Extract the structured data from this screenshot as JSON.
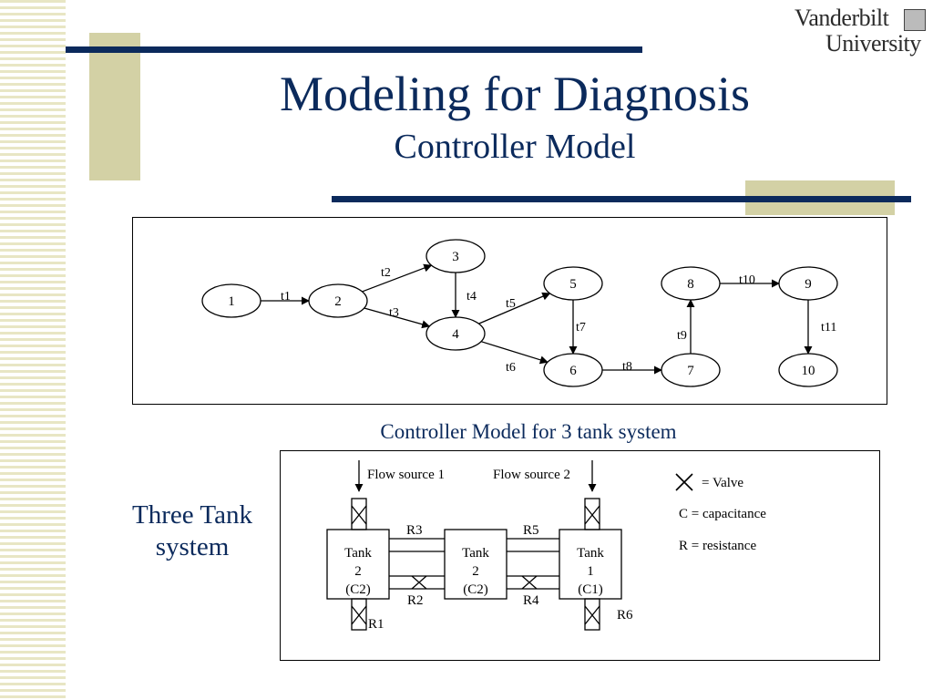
{
  "logo": {
    "line1": "Vanderbilt",
    "line2": "University"
  },
  "title": "Modeling for Diagnosis",
  "subtitle": "Controller Model",
  "state_machine": {
    "states": [
      "1",
      "2",
      "3",
      "4",
      "5",
      "6",
      "7",
      "8",
      "9",
      "10"
    ],
    "transitions": [
      {
        "label": "t1",
        "from": "1",
        "to": "2"
      },
      {
        "label": "t2",
        "from": "2",
        "to": "3"
      },
      {
        "label": "t3",
        "from": "2",
        "to": "4"
      },
      {
        "label": "t4",
        "from": "3",
        "to": "4"
      },
      {
        "label": "t5",
        "from": "4",
        "to": "5"
      },
      {
        "label": "t6",
        "from": "4",
        "to": "6"
      },
      {
        "label": "t7",
        "from": "5",
        "to": "6"
      },
      {
        "label": "t8",
        "from": "6",
        "to": "7"
      },
      {
        "label": "t9",
        "from": "7",
        "to": "8"
      },
      {
        "label": "t10",
        "from": "8",
        "to": "9"
      },
      {
        "label": "t11",
        "from": "9",
        "to": "10"
      }
    ]
  },
  "caption": "Controller Model for 3 tank system",
  "side_label": {
    "line1": "Three Tank",
    "line2": "system"
  },
  "tank_system": {
    "flow_source_1": "Flow source 1",
    "flow_source_2": "Flow source 2",
    "tanks": [
      {
        "line1": "Tank",
        "line2": "2",
        "line3": "(C2)"
      },
      {
        "line1": "Tank",
        "line2": "2",
        "line3": "(C2)"
      },
      {
        "line1": "Tank",
        "line2": "1",
        "line3": "(C1)"
      }
    ],
    "resistors": [
      "R1",
      "R2",
      "R3",
      "R4",
      "R5",
      "R6"
    ],
    "legend": {
      "valve": "= Valve",
      "capacitance": "C = capacitance",
      "resistance": "R = resistance"
    }
  },
  "colors": {
    "navy": "#0b2a5c",
    "khaki": "#d3d1a5",
    "stripe": "#e8e6c4"
  }
}
